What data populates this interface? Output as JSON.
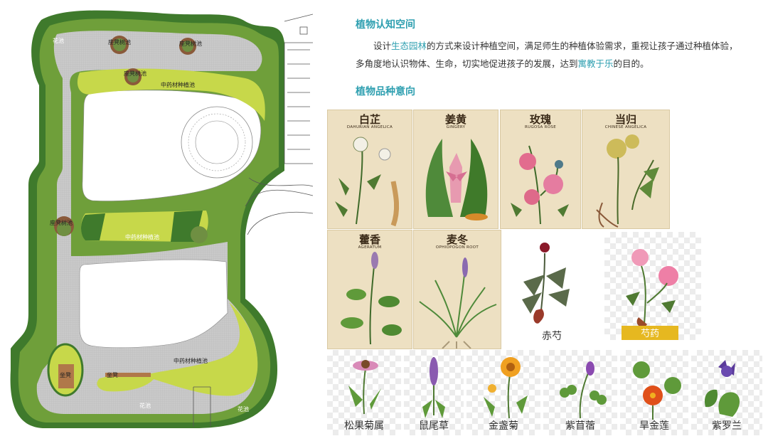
{
  "plan": {
    "labels": {
      "flower_bed_top": "花池",
      "seat_tree_1": "座凳树池",
      "seat_tree_2": "座凳树池",
      "seat_tree_3": "座凳树池",
      "herb_pool_1": "中药材种植池",
      "seat_tree_4": "座凳树池",
      "herb_pool_2": "中药材种植池",
      "herb_pool_3": "中药材种植池",
      "seat_1": "坐凳",
      "seat_2": "坐凳",
      "flower_bed_bottom_1": "花池",
      "flower_bed_bottom_2": "花池"
    }
  },
  "section1": {
    "title": "植物认知空间",
    "para_1": "设计",
    "para_highlight_1": "生态园林",
    "para_2": "的方式来设计种植空间，满足师生的种植体验需求，重视让孩子通过种植体验，多角度地认识物体、生命，切实地促进孩子的发展，达到",
    "para_highlight_2": "寓教于乐",
    "para_3": "的目的。"
  },
  "section2": {
    "title": "植物品种意向"
  },
  "cards": [
    {
      "cn": "白芷",
      "en": "DAHURIAN ANGELICA"
    },
    {
      "cn": "姜黄",
      "en": "GINGERY"
    },
    {
      "cn": "玫瑰",
      "en": "RUGOSA ROSE"
    },
    {
      "cn": "当归",
      "en": "CHINESE ANGELICA"
    },
    {
      "cn": "藿香",
      "en": "AGERATUM"
    },
    {
      "cn": "麦冬",
      "en": "OPHIOPOGON ROOT"
    }
  ],
  "chishao": {
    "name": "赤芍"
  },
  "shaoyao": {
    "name": "芍药"
  },
  "bottom_plants": [
    {
      "name": "松果菊属"
    },
    {
      "name": "鼠尾草"
    },
    {
      "name": "金盏菊"
    },
    {
      "name": "紫苜蓿"
    },
    {
      "name": "旱金莲"
    },
    {
      "name": "紫罗兰"
    }
  ],
  "colors": {
    "accent": "#2e9fb0",
    "dark_green": "#3f7a2c",
    "mid_green": "#6f9f3a",
    "lime": "#c7d84a",
    "paving": "#c9c9c9",
    "card_bg": "#ede0c2",
    "label_gold": "#e6b820"
  }
}
